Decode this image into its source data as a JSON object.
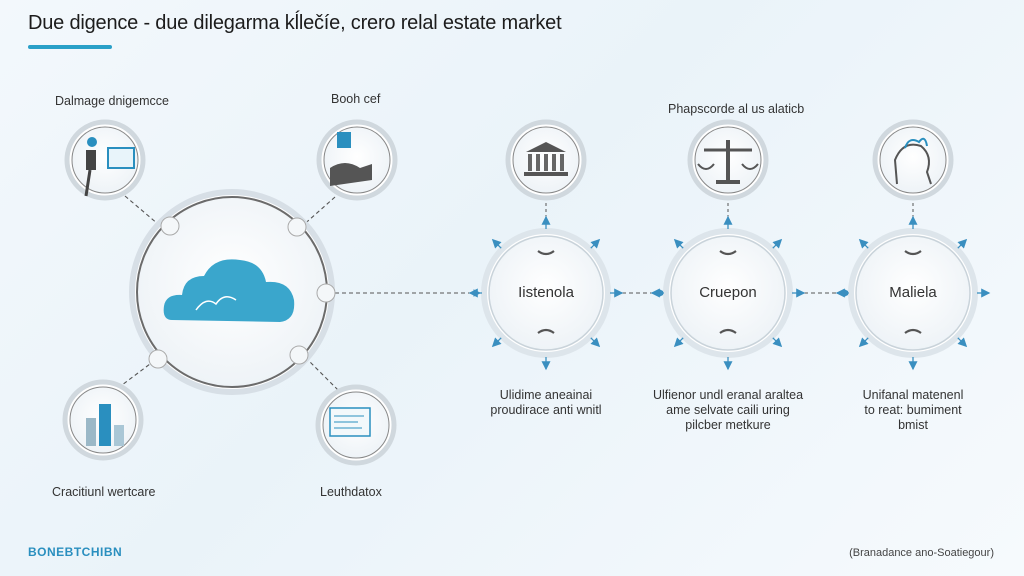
{
  "header": {
    "title": "Due digence - due dilegarma kĺlečíe, crero relal estate market"
  },
  "left_cluster": {
    "labels": {
      "top_left": "Dalmage dnigemcce",
      "top_right": "Booh cef",
      "bottom_left": "Cracitiunl wertcare",
      "bottom_right": "Leuthdatox"
    },
    "center_icon": "cloud-icon",
    "satellites": [
      "presenter-icon",
      "documents-icon",
      "bar-chart-icon",
      "contract-icon"
    ]
  },
  "chain": {
    "top_label": "Phapscorde al us alaticb",
    "nodes": [
      {
        "label": "Iistenola",
        "icon": "bank-building-icon",
        "caption": [
          "Ulidime aneainai",
          "proudirace anti wnitl"
        ]
      },
      {
        "label": "Cruepon",
        "icon": "scales-icon",
        "caption": [
          "Ulfienor undl eranal araltea",
          "ame selvate caili uring",
          "pilcber metkure"
        ]
      },
      {
        "label": "Maliela",
        "icon": "head-thought-icon",
        "caption": [
          "Unifanal matenenl",
          "to reat: bumiment",
          "bmist"
        ]
      }
    ]
  },
  "footer": {
    "brand": "BONEBTCHIBN",
    "source": "(Branadance ano-Soatiegour)"
  },
  "colors": {
    "accent": "#2aa0c8",
    "cloud": "#3aa6cc",
    "ring": "#d9e4ec",
    "arrow": "#3a8fc0"
  }
}
